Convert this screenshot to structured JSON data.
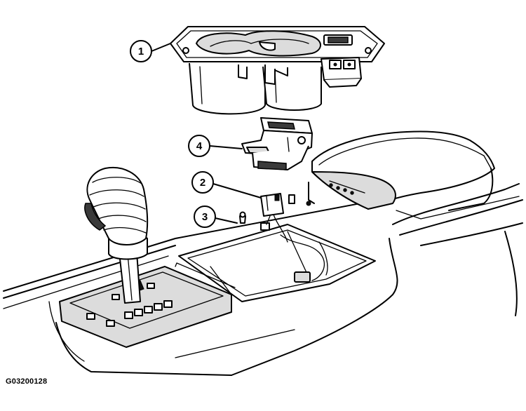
{
  "figure_id": "G03200128",
  "callouts": [
    {
      "number": "1",
      "part": "cup-holder-assembly"
    },
    {
      "number": "2",
      "part": "connector"
    },
    {
      "number": "3",
      "part": "screw"
    },
    {
      "number": "4",
      "part": "switch-module"
    }
  ]
}
